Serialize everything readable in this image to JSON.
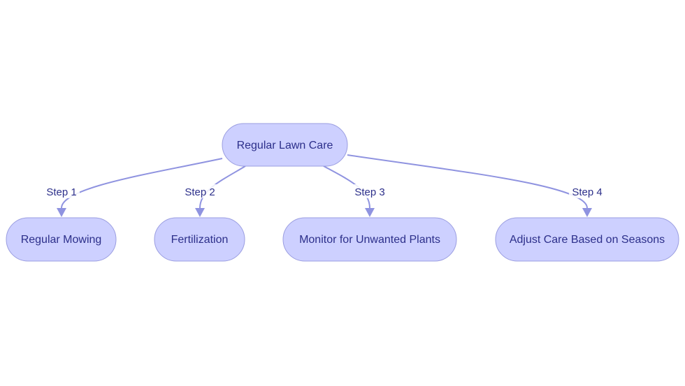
{
  "diagram": {
    "root": {
      "label": "Regular Lawn Care"
    },
    "children": [
      {
        "label": "Regular Mowing",
        "edge_label": "Step 1"
      },
      {
        "label": "Fertilization",
        "edge_label": "Step 2"
      },
      {
        "label": "Monitor for Unwanted Plants",
        "edge_label": "Step 3"
      },
      {
        "label": "Adjust Care Based on Seasons",
        "edge_label": "Step 4"
      }
    ]
  },
  "colors": {
    "node_fill": "#cdd0ff",
    "node_stroke": "#9a9de0",
    "edge": "#8f93e0",
    "text": "#2c2f8a"
  }
}
